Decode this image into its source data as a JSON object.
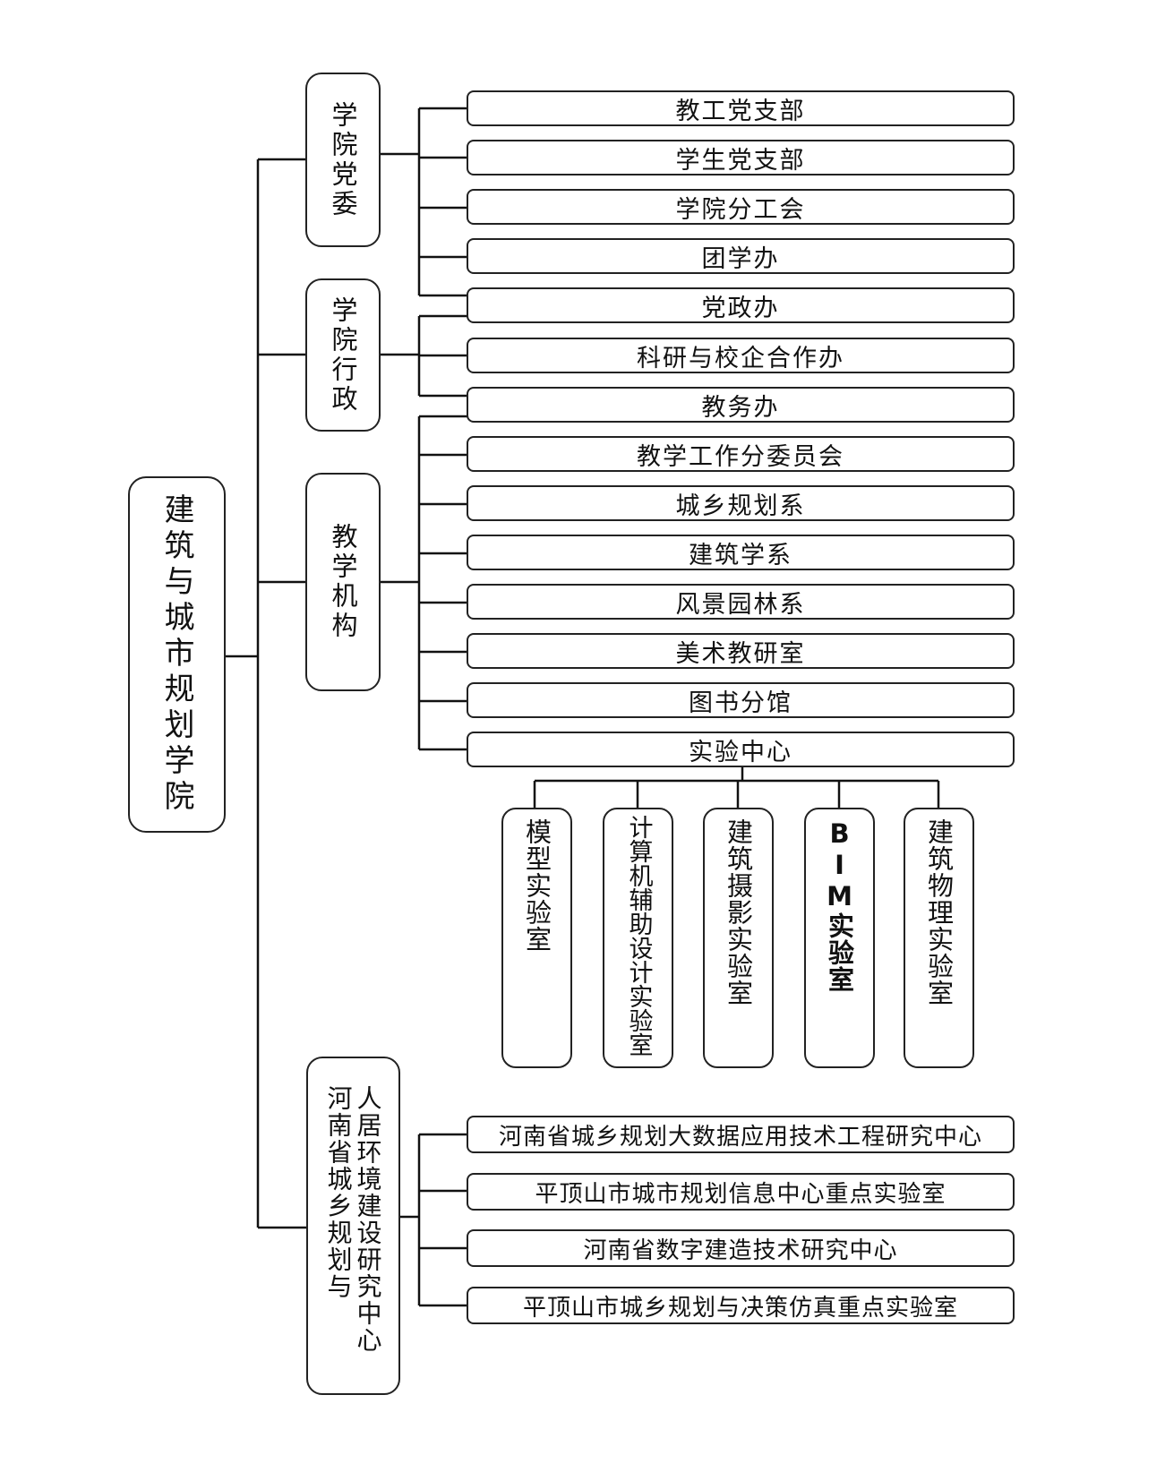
{
  "root": "建筑与城市规划学院",
  "groups": {
    "party": "学院党委",
    "admin": "学院行政",
    "teaching": "教学机构",
    "research": "人居环境建设研究中心河南省城乡规划与"
  },
  "units": [
    "教工党支部",
    "学生党支部",
    "学院分工会",
    "团学办",
    "党政办",
    "科研与校企合作办",
    "教务办",
    "教学工作分委员会",
    "城乡规划系",
    "建筑学系",
    "风景园林系",
    "美术教研室",
    "图书分馆",
    "实验中心"
  ],
  "labs": [
    "模型实验室",
    "计算机辅助设计实验室",
    "建筑摄影实验室",
    "BIM实验室",
    "建筑物理实验室"
  ],
  "centers": [
    "河南省城乡规划大数据应用技术工程研究中心",
    "平顶山市城市规划信息中心重点实验室",
    "河南省数字建造技术研究中心",
    "平顶山市城乡规划与决策仿真重点实验室"
  ]
}
